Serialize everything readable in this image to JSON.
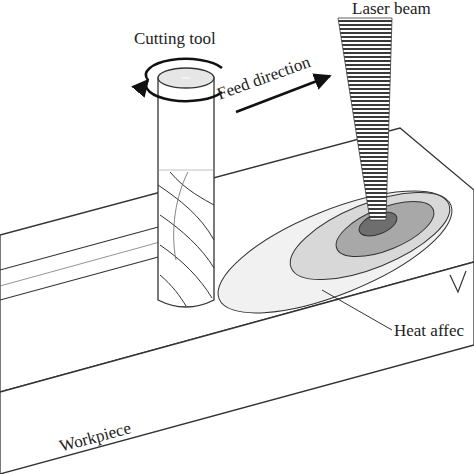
{
  "diagram": {
    "labels": [
      "Laser beam",
      "Cutting tool",
      "Feed direction",
      "Heat affec",
      "Workpiece"
    ]
  }
}
